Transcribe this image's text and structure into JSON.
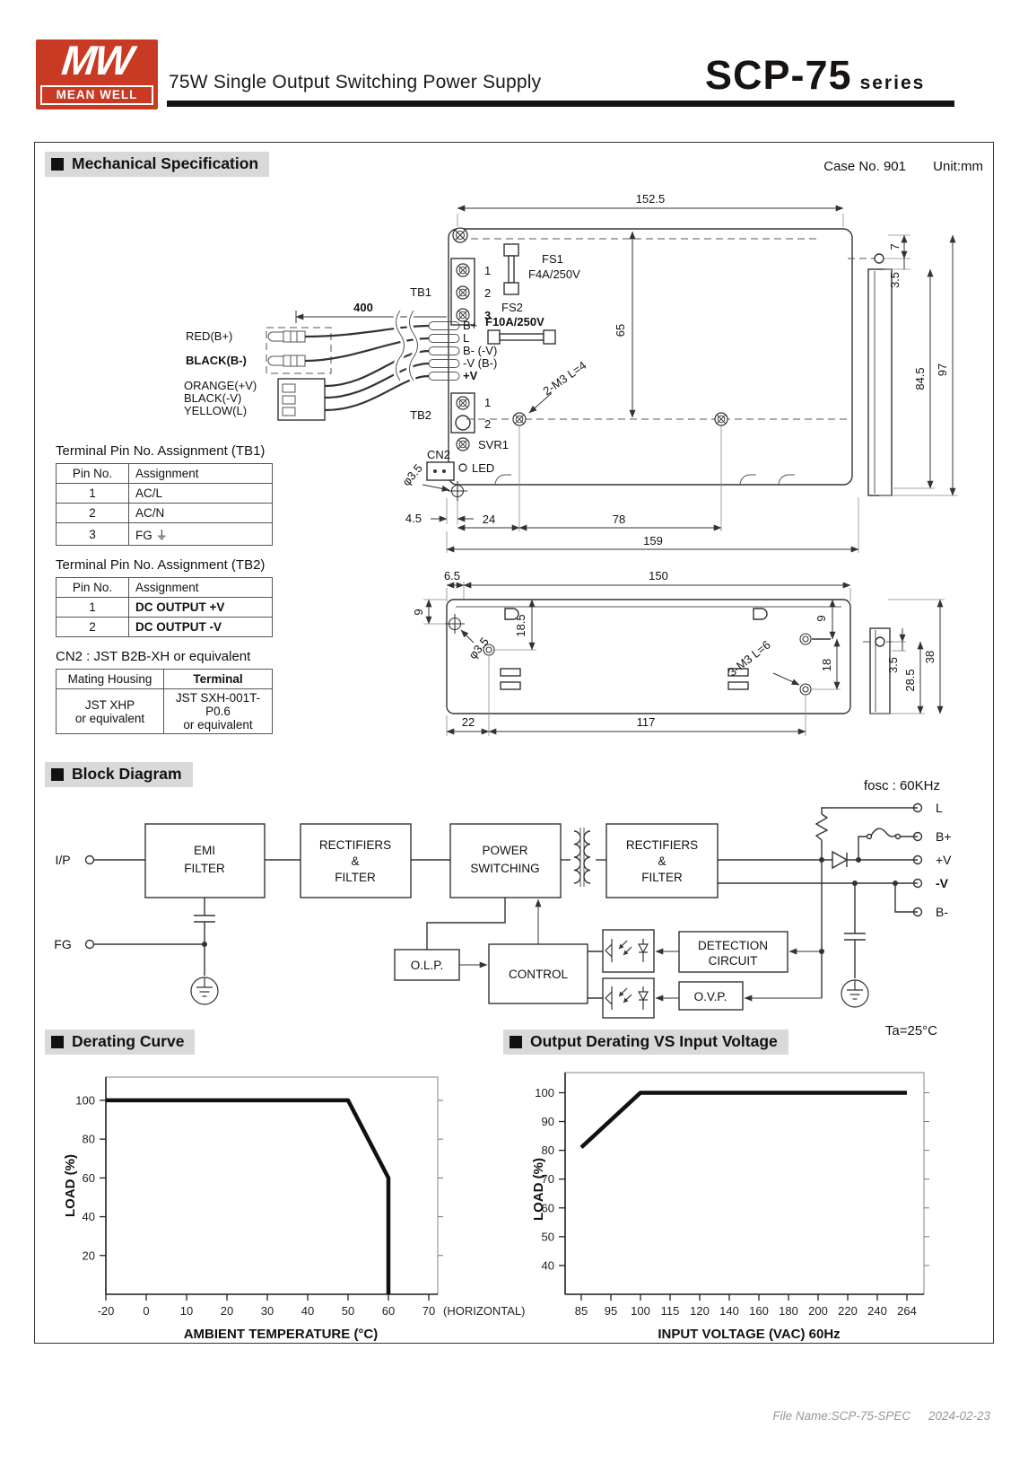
{
  "header": {
    "logo_mw": "MW",
    "logo_name": "MEAN WELL",
    "brand_color": "#C93A24",
    "title": "75W Single Output Switching Power Supply",
    "series": "SCP-75",
    "series_suffix": "series"
  },
  "sections": {
    "mech": "Mechanical Specification",
    "block": "Block Diagram",
    "derating": "Derating Curve",
    "output_derating": "Output Derating VS Input Voltage"
  },
  "mech": {
    "case_no": "Case No. 901",
    "unit": "Unit:mm",
    "tables": {
      "tb1": {
        "title": "Terminal Pin No. Assignment (TB1)",
        "col1": "Pin No.",
        "col2": "Assignment",
        "rows": [
          [
            "1",
            "AC/L"
          ],
          [
            "2",
            "AC/N"
          ],
          [
            "3",
            "FG ⏚"
          ]
        ]
      },
      "tb2": {
        "title": "Terminal Pin No. Assignment (TB2)",
        "col1": "Pin No.",
        "col2": "Assignment",
        "rows": [
          [
            "1",
            "DC OUTPUT +V"
          ],
          [
            "2",
            "DC OUTPUT -V"
          ]
        ]
      },
      "cn2": {
        "title": "CN2 : JST B2B-XH or equivalent",
        "col1": "Mating Housing",
        "col2": "Terminal",
        "rows": [
          [
            "JST XHP\nor equivalent",
            "JST SXH-001T-P0.6\nor equivalent"
          ]
        ]
      }
    },
    "drawing": {
      "tb1": "TB1",
      "tb2": "TB2",
      "svr1": "SVR1",
      "cn2": "CN2",
      "led": "LED",
      "fs1": "FS1",
      "fs1_rating": "F4A/250V",
      "fs2": "FS2",
      "fs2_rating": "F10A/250V",
      "p1": "1",
      "p2": "2",
      "p3": "3",
      "q1": "1",
      "q2": "2",
      "wire_red": "RED(B+)",
      "wire_black_b": "BLACK(B-)",
      "wire_orange": "ORANGE(+V)",
      "wire_black_v": "BLACK(-V)",
      "wire_yellow": "YELLOW(L)",
      "t_bp": "B+",
      "t_l": "L",
      "t_bm": "B- (-V)",
      "t_vm": "-V (B-)",
      "t_vp": "+V",
      "d400": "400",
      "d1525": "152.5",
      "d65": "65",
      "d7": "7",
      "d35": "3.5",
      "d845": "84.5",
      "d97": "97",
      "phi35": "φ3.5",
      "d45": "4.5",
      "d24": "24",
      "d78": "78",
      "d159": "159",
      "m2": "2-M3 L=4",
      "d65b": "6.5",
      "d150": "150",
      "d9l": "9",
      "d185": "18.5",
      "phi35b": "φ3.5",
      "m3": "3-M3 L=6",
      "d9r": "9",
      "d18": "18",
      "d35r": "3.5",
      "d285": "28.5",
      "d38": "38",
      "d22": "22",
      "d117": "117"
    }
  },
  "block": {
    "fosc": "fosc : 60KHz",
    "ip": "I/P",
    "fg": "FG",
    "emi": [
      "EMI",
      "FILTER"
    ],
    "rect1": [
      "RECTIFIERS",
      "&",
      "FILTER"
    ],
    "power": [
      "POWER",
      "SWITCHING"
    ],
    "rect2": [
      "RECTIFIERS",
      "&",
      "FILTER"
    ],
    "olp": "O.L.P.",
    "control": "CONTROL",
    "detection": [
      "DETECTION",
      "CIRCUIT"
    ],
    "ovp": "O.V.P.",
    "t_l": "L",
    "t_bp": "B+",
    "t_vp": "+V",
    "t_vm": "-V",
    "t_bm": "B-"
  },
  "chart_data": [
    {
      "type": "line",
      "title": "Derating Curve",
      "xlabel": "AMBIENT TEMPERATURE (°C)",
      "ylabel": "LOAD (%)",
      "x_note": "(HORIZONTAL)",
      "categories": [
        "-20",
        "0",
        "10",
        "20",
        "30",
        "40",
        "50",
        "60",
        "70"
      ],
      "yticks": [
        20,
        40,
        60,
        80,
        100
      ],
      "ylim": [
        0,
        112
      ],
      "grid": false,
      "series": [
        {
          "name": "load_vs_ambient_temp",
          "points_xy": [
            [
              -20,
              100
            ],
            [
              50,
              100
            ],
            [
              60,
              60
            ],
            [
              60,
              0
            ]
          ],
          "points_idx": [
            [
              0,
              100
            ],
            [
              6,
              100
            ],
            [
              7,
              60
            ],
            [
              7,
              0
            ]
          ]
        }
      ]
    },
    {
      "type": "line",
      "title": "Output Derating VS Input Voltage",
      "xlabel": "INPUT VOLTAGE (VAC) 60Hz",
      "ylabel": "LOAD (%)",
      "annotation": "Ta=25°C",
      "categories": [
        "85",
        "95",
        "100",
        "115",
        "120",
        "140",
        "160",
        "180",
        "200",
        "220",
        "240",
        "264"
      ],
      "yticks": [
        40,
        50,
        60,
        70,
        80,
        90,
        100
      ],
      "ylim": [
        30,
        107
      ],
      "grid": false,
      "series": [
        {
          "name": "load_vs_input_voltage",
          "points_xy": [
            [
              85,
              81
            ],
            [
              100,
              100
            ],
            [
              264,
              100
            ]
          ],
          "points_idx": [
            [
              0,
              81
            ],
            [
              2,
              100
            ],
            [
              11,
              100
            ]
          ]
        }
      ]
    }
  ],
  "footer": {
    "file_name": "File Name:SCP-75-SPEC",
    "date": "2024-02-23"
  }
}
